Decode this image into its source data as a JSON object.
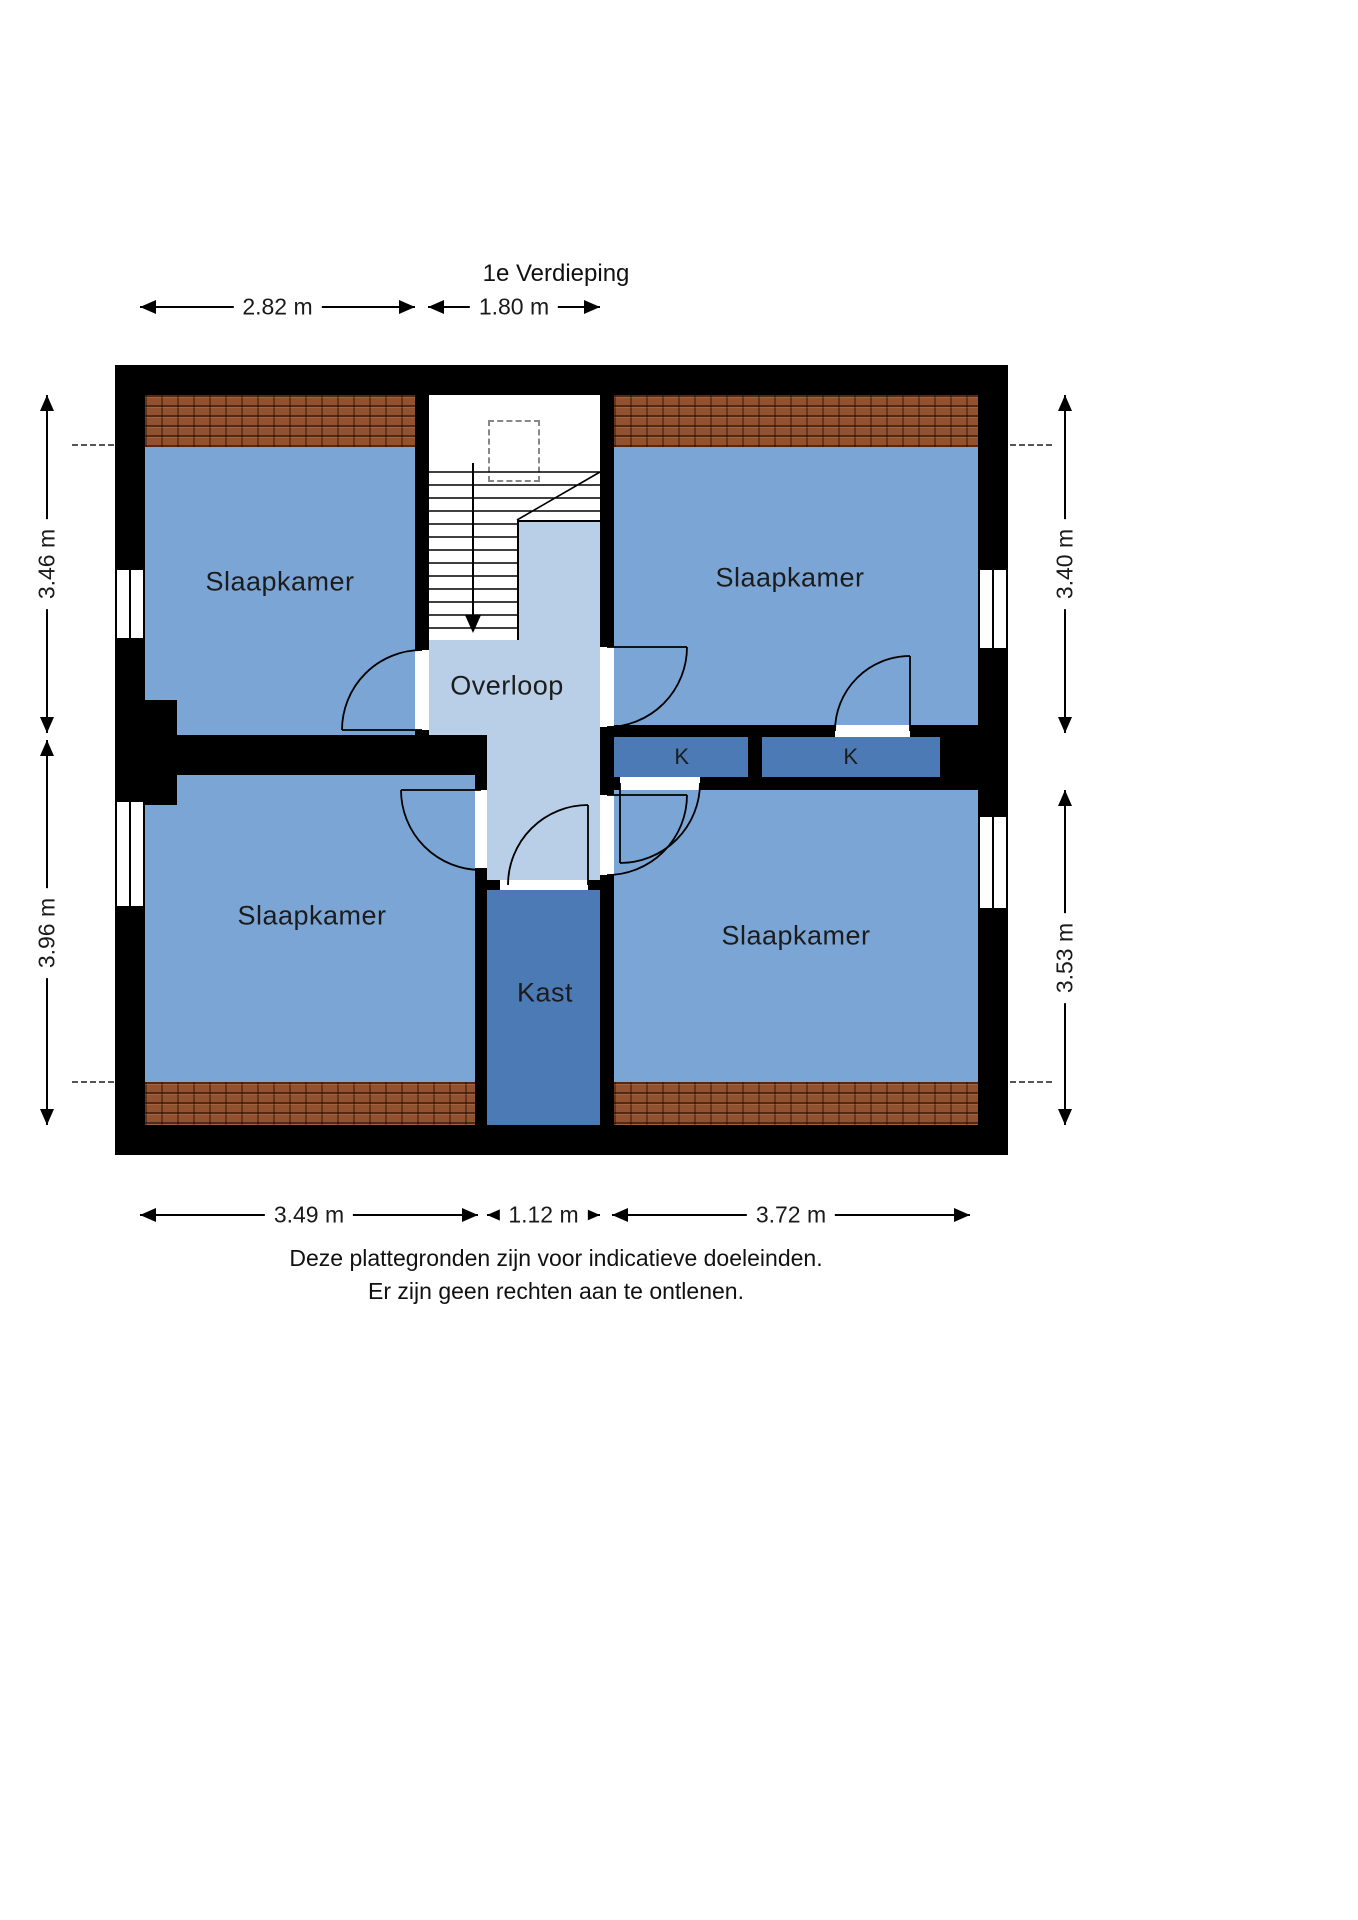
{
  "title": "1e Verdieping",
  "rooms": {
    "bedroom_top_left": "Slaapkamer",
    "bedroom_top_right": "Slaapkamer",
    "bedroom_bottom_left": "Slaapkamer",
    "bedroom_bottom_right": "Slaapkamer",
    "landing": "Overloop",
    "closet": "Kast",
    "small_closet_left": "K",
    "small_closet_right": "K"
  },
  "dimensions": {
    "top_left": "2.82 m",
    "top_center": "1.80 m",
    "left_upper": "3.46 m",
    "left_lower": "3.96 m",
    "right_upper": "3.40 m",
    "right_lower": "3.53 m",
    "bottom_left": "3.49 m",
    "bottom_center": "1.12 m",
    "bottom_right": "3.72 m"
  },
  "disclaimer": {
    "line1": "Deze plattegronden zijn voor indicatieve doeleinden.",
    "line2": "Er zijn geen rechten aan te ontlenen."
  },
  "colors": {
    "room_fill": "#7BA5D4",
    "landing_fill": "#B9CFE8",
    "closet_fill": "#4C7AB5",
    "roof_fill": "#93522F",
    "wall": "#000000"
  }
}
